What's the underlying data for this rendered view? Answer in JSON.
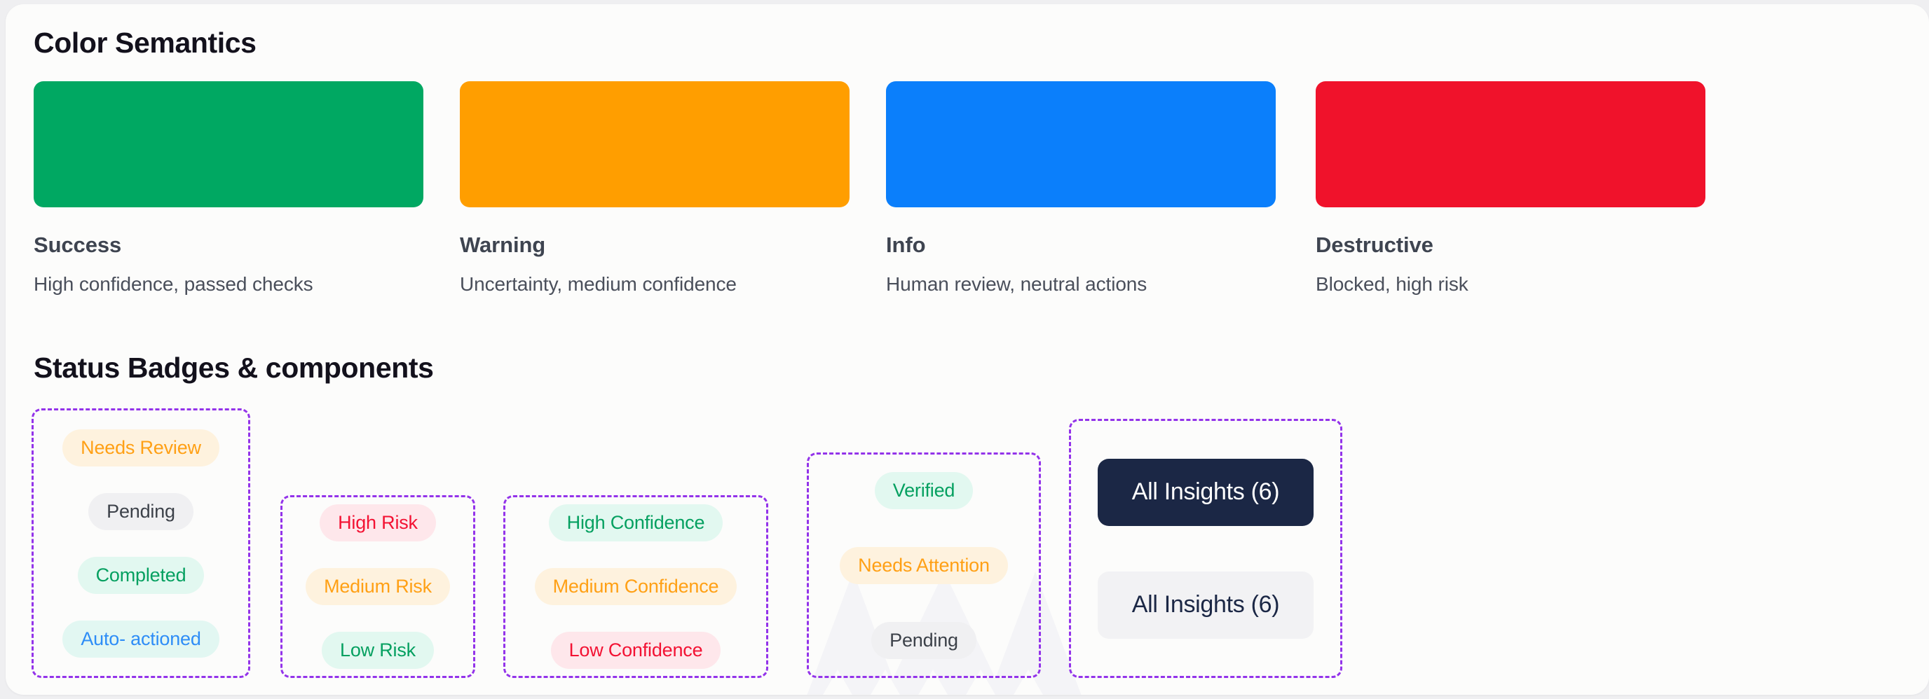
{
  "page": {
    "background": "#EFEFF1",
    "card_background": "#FCFCFB"
  },
  "sections": {
    "color_semantics": {
      "title": "Color Semantics",
      "swatches": [
        {
          "name": "Success",
          "description": "High confidence, passed checks",
          "color": "#00A862"
        },
        {
          "name": "Warning",
          "description": "Uncertainty, medium confidence",
          "color": "#FF9E00"
        },
        {
          "name": "Info",
          "description": "Human review, neutral actions",
          "color": "#0B7FFB"
        },
        {
          "name": "Destructive",
          "description": "Blocked, high risk",
          "color": "#F0122B"
        }
      ]
    },
    "status_badges": {
      "title": "Status Badges & components",
      "group_border_color": "#9333EA",
      "groups": [
        {
          "name": "status-group",
          "badges": [
            {
              "label": "Needs Review",
              "variant": "warning",
              "bg": "#FEF2DE",
              "fg": "#FFA015"
            },
            {
              "label": "Pending",
              "variant": "neutral",
              "bg": "#F0F0F2",
              "fg": "#3C4149"
            },
            {
              "label": "Completed",
              "variant": "success",
              "bg": "#E2F8F0",
              "fg": "#05A060"
            },
            {
              "label": "Auto- actioned",
              "variant": "info",
              "bg": "#E2F7F2",
              "fg": "#2E8DF7"
            }
          ]
        },
        {
          "name": "risk-group",
          "badges": [
            {
              "label": "High Risk",
              "variant": "danger",
              "bg": "#FEE7EB",
              "fg": "#F31233"
            },
            {
              "label": "Medium Risk",
              "variant": "warning",
              "bg": "#FEF2DE",
              "fg": "#FFA015"
            },
            {
              "label": "Low Risk",
              "variant": "success",
              "bg": "#E2F8F0",
              "fg": "#05A060"
            }
          ]
        },
        {
          "name": "confidence-group",
          "badges": [
            {
              "label": "High Confidence",
              "variant": "success",
              "bg": "#E2F8F0",
              "fg": "#05A060"
            },
            {
              "label": "Medium Confidence",
              "variant": "warning",
              "bg": "#FEF2DE",
              "fg": "#FFA015"
            },
            {
              "label": "Low Confidence",
              "variant": "danger",
              "bg": "#FEE7EB",
              "fg": "#F31233"
            }
          ]
        },
        {
          "name": "verification-group",
          "badges": [
            {
              "label": "Verified",
              "variant": "success",
              "bg": "#E2F8F0",
              "fg": "#05A060"
            },
            {
              "label": "Needs Attention",
              "variant": "warning",
              "bg": "#FEF2DE",
              "fg": "#FFA015"
            },
            {
              "label": "Pending",
              "variant": "neutral",
              "bg": "#F0F0F2",
              "fg": "#3C4149"
            }
          ]
        },
        {
          "name": "buttons-group",
          "buttons": [
            {
              "label": "All Insights (6)",
              "variant": "primary",
              "bg": "#1B2745",
              "fg": "#FFFFFF"
            },
            {
              "label": "All Insights (6)",
              "variant": "secondary",
              "bg": "#F2F2F4",
              "fg": "#1B2745"
            }
          ]
        }
      ]
    }
  }
}
